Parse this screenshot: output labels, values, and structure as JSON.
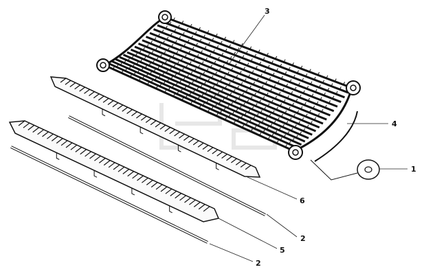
{
  "callouts": [
    {
      "id": "c3",
      "label": "3"
    },
    {
      "id": "c4",
      "label": "4"
    },
    {
      "id": "c1",
      "label": "1"
    },
    {
      "id": "c6",
      "label": "6"
    },
    {
      "id": "c2a",
      "label": "2"
    },
    {
      "id": "c5",
      "label": "5"
    },
    {
      "id": "c2b",
      "label": "2"
    }
  ],
  "colors": {
    "line": "#111111",
    "fill_light": "#f4f4f4",
    "fill_mid": "#bdbdbd",
    "watermark": "#d9d9d9"
  }
}
